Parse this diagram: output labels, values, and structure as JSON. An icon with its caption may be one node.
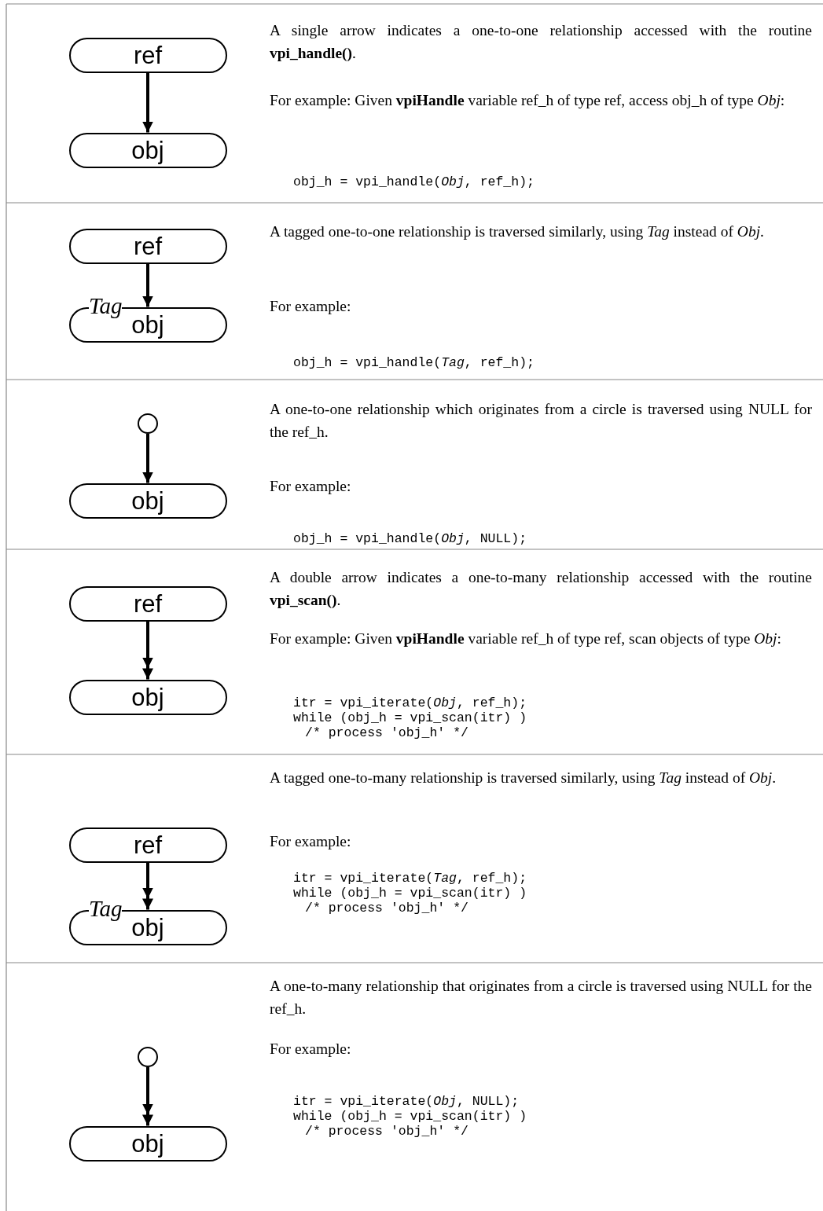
{
  "diagram": {
    "nodes": [
      {
        "text": [
          "ref"
        ]
      },
      {
        "text": [
          "obj"
        ]
      },
      {
        "text": [
          "ref"
        ]
      },
      {
        "text": [
          "obj"
        ]
      },
      {
        "text": [],
        "shape": "circle"
      },
      {
        "text": [
          "obj"
        ]
      },
      {
        "text": [
          "ref"
        ]
      },
      {
        "text": [
          "obj"
        ]
      },
      {
        "text": [
          "ref"
        ]
      },
      {
        "text": [
          "obj"
        ]
      },
      {
        "text": [],
        "shape": "circle"
      },
      {
        "text": [
          "obj"
        ]
      }
    ],
    "edges": [
      {
        "from": 0,
        "to": 1,
        "arrow": "to"
      },
      {
        "from": 2,
        "to": 3,
        "arrow": "to",
        "label": "Tag"
      },
      {
        "from": 4,
        "to": 5,
        "arrow": "to"
      },
      {
        "from": 6,
        "to": 7,
        "arrow": "to"
      },
      {
        "from": 8,
        "to": 9,
        "arrow": "to",
        "label": "Tag"
      },
      {
        "from": 10,
        "to": 11,
        "arrow": "to"
      }
    ],
    "labels": [
      "A single arrow indicates a one-to-one relationship accessed with the routine **vpi_handle()**.",
      "For example: Given **vpiHandle** variable ref_h of type ref, access obj_h of type *Obj*:",
      "obj_h = vpi_handle(*Obj*, ref_h);",
      "A tagged one-to-one relationship is traversed similarly, using *Tag* instead of *Obj*.",
      "For example:",
      "obj_h = vpi_handle(*Tag*, ref_h);",
      "A one-to-one relationship which originates from a circle is traversed using NULL for the ref_h.",
      "For example:",
      "obj_h = vpi_handle(*Obj*, NULL);",
      "A double arrow indicates a one-to-many relationship accessed with the routine **vpi_scan()**.",
      "For example: Given **vpiHandle** variable ref_h of type ref, scan objects of type *Obj*:",
      "itr = vpi_iterate(*Obj*, ref_h);",
      "while (obj_h = vpi_scan(itr) )",
      "/* process 'obj_h' */",
      "A tagged one-to-many relationship is traversed similarly, using *Tag* instead of *Obj*.",
      "For example:",
      "itr = vpi_iterate(*Tag*, ref_h);",
      "while (obj_h = vpi_scan(itr) )",
      "/* process 'obj_h' */",
      "A one-to-many relationship that originates from a circle is traversed using NULL for the ref_h.",
      "For example:",
      "itr = vpi_iterate(*Obj*, NULL);",
      "while (obj_h = vpi_scan(itr) )",
      "/* process 'obj_h' */"
    ]
  }
}
